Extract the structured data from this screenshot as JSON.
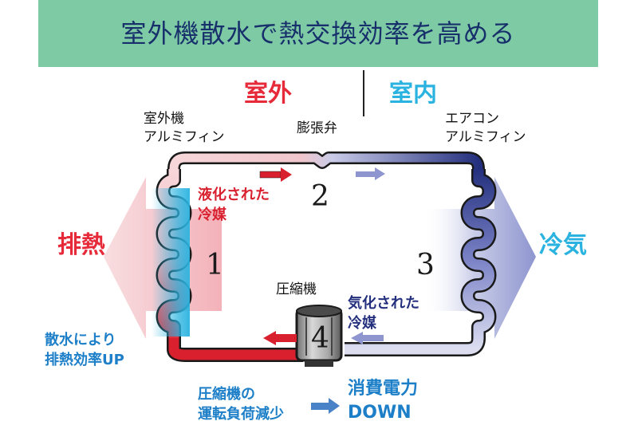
{
  "title": "室外機散水で熱交換効率を高める",
  "zones": {
    "outdoor": "室外",
    "indoor": "室内"
  },
  "labels": {
    "outdoor_fin_1": "室外機",
    "outdoor_fin_2": "アルミフィン",
    "expansion_valve": "膨張弁",
    "indoor_fin_1": "エアコン",
    "indoor_fin_2": "アルミフィン",
    "liquefied_1": "液化された",
    "liquefied_2": "冷媒",
    "vaporized_1": "気化された",
    "vaporized_2": "冷媒",
    "compressor": "圧縮機",
    "heat_exhaust": "排熱",
    "cool_air": "冷気",
    "sprinkle_1": "散水により",
    "sprinkle_2": "排熱効率UP",
    "compressor_load_1": "圧縮機の",
    "compressor_load_2": "運転負荷減少",
    "power_1": "消費電力",
    "power_2": "DOWN"
  },
  "steps": [
    "1",
    "2",
    "3",
    "4"
  ],
  "colors": {
    "banner": "#7ecaa4",
    "title": "#17306b",
    "hot": "#d8202e",
    "cold": "#24307e",
    "water": "#2ab3e0",
    "cool_air": "#2ab3e0"
  }
}
